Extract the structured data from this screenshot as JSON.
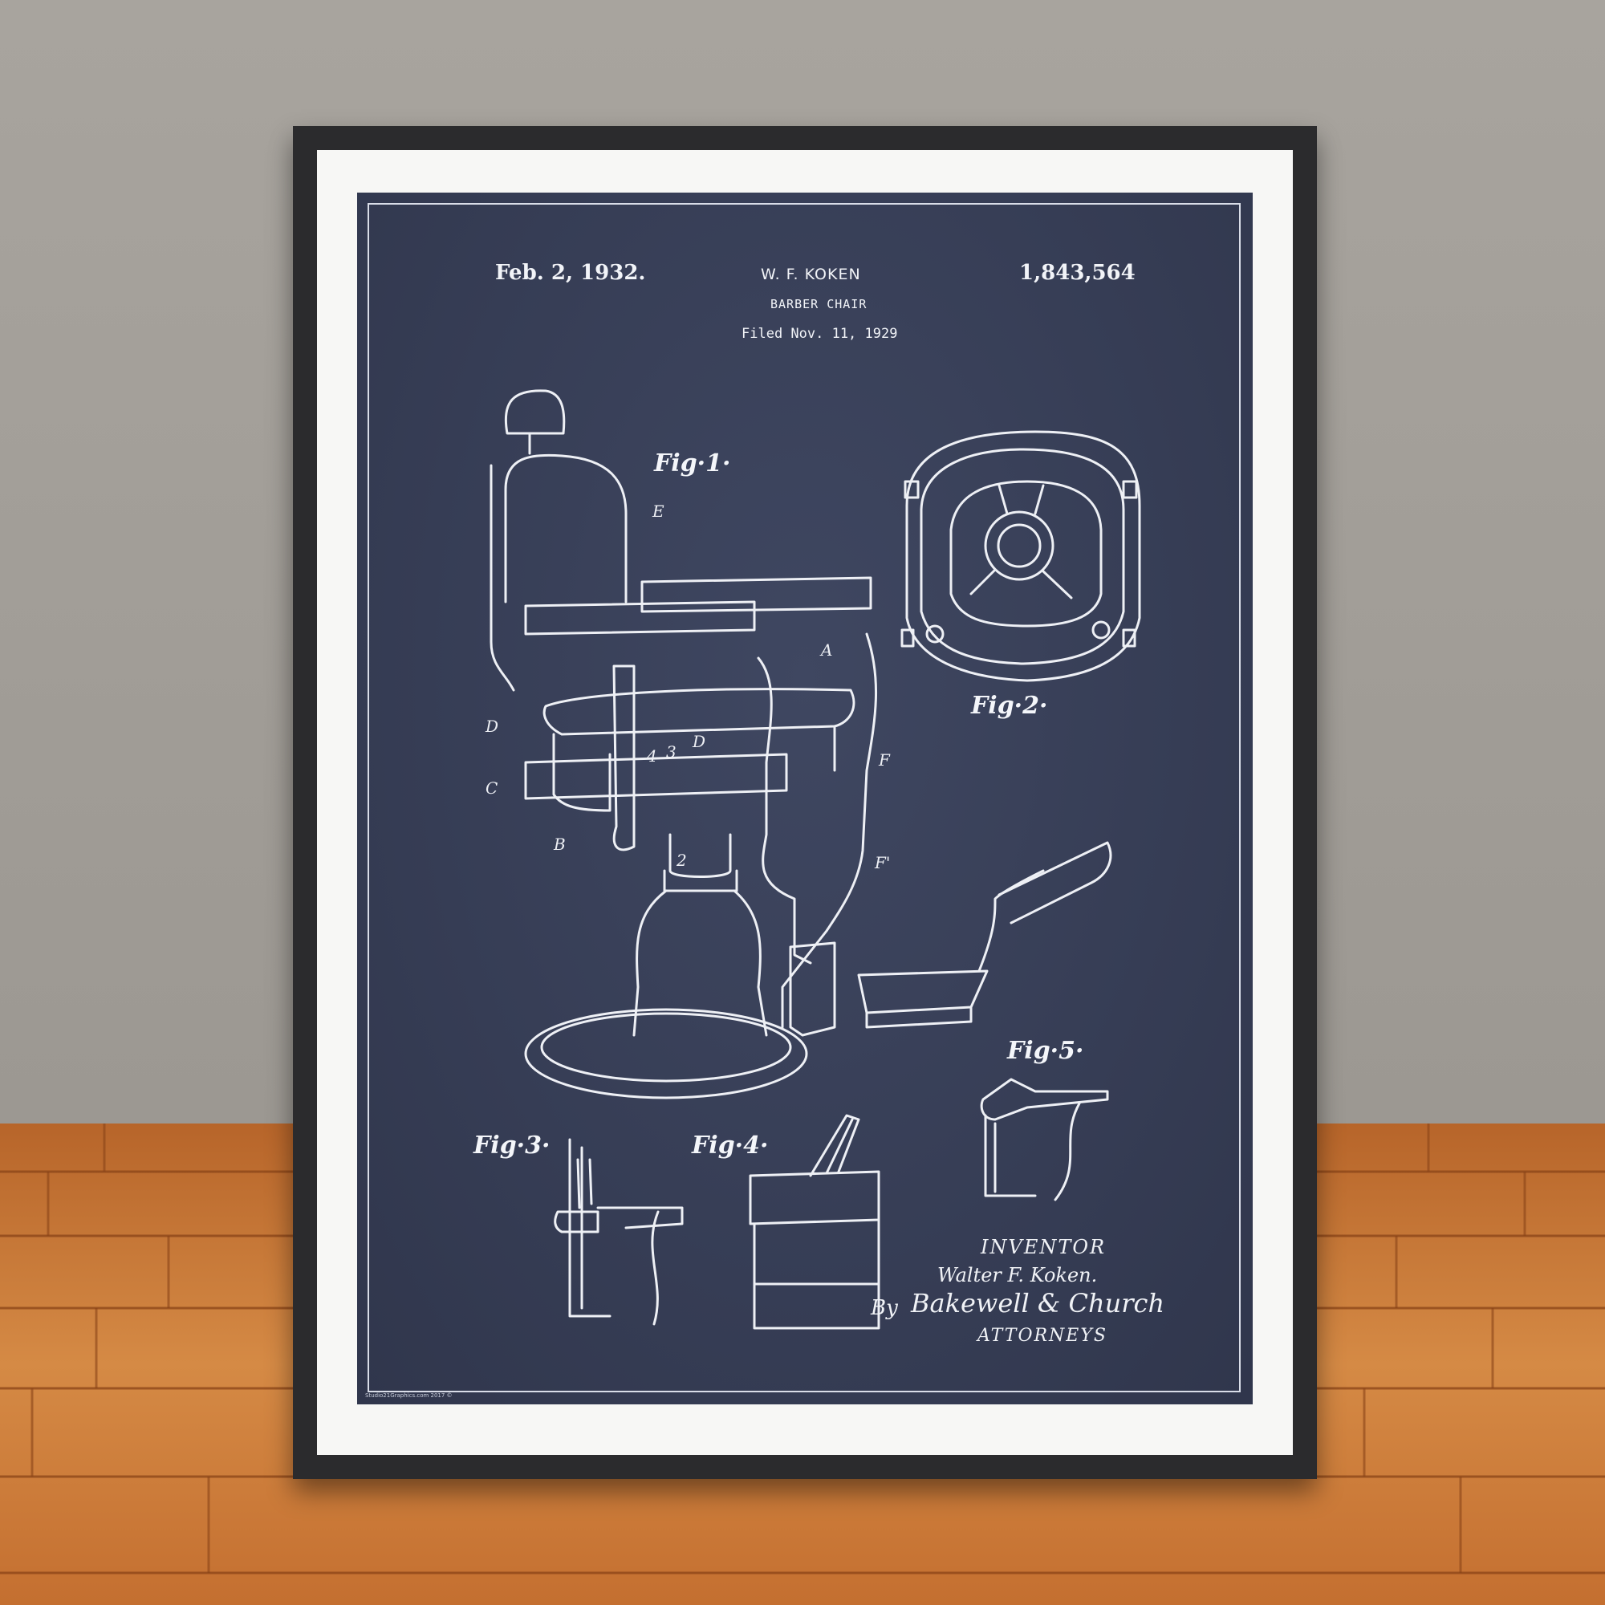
{
  "patent": {
    "date": "Feb. 2, 1932.",
    "inventor_header": "W. F. KOKEN",
    "number": "1,843,564",
    "title": "BARBER CHAIR",
    "filed": "Filed Nov. 11, 1929"
  },
  "figures": {
    "fig1": "Fig·1·",
    "fig2": "Fig·2·",
    "fig3": "Fig·3·",
    "fig4": "Fig·4·",
    "fig5": "Fig·5·"
  },
  "labels": {
    "e": "E",
    "a": "A",
    "d": "D",
    "d2": "D",
    "c": "C",
    "b": "B",
    "f": "F",
    "f1": "F'",
    "two": "2",
    "four": "4",
    "three": "3"
  },
  "signature": {
    "inventor": "INVENTOR",
    "name": "Walter F. Koken.",
    "by": "By",
    "attorney_sig": "Bakewell & Church",
    "attorneys": "ATTORNEYS"
  },
  "credit": "Studio21Graphics.com 2017 ©",
  "colors": {
    "wall": "#a19d97",
    "floor_wood": "#c7702f",
    "frame": "#2b2b2d",
    "mat": "#f7f7f5",
    "blueprint": "#363d55",
    "line": "#eef0f5"
  }
}
